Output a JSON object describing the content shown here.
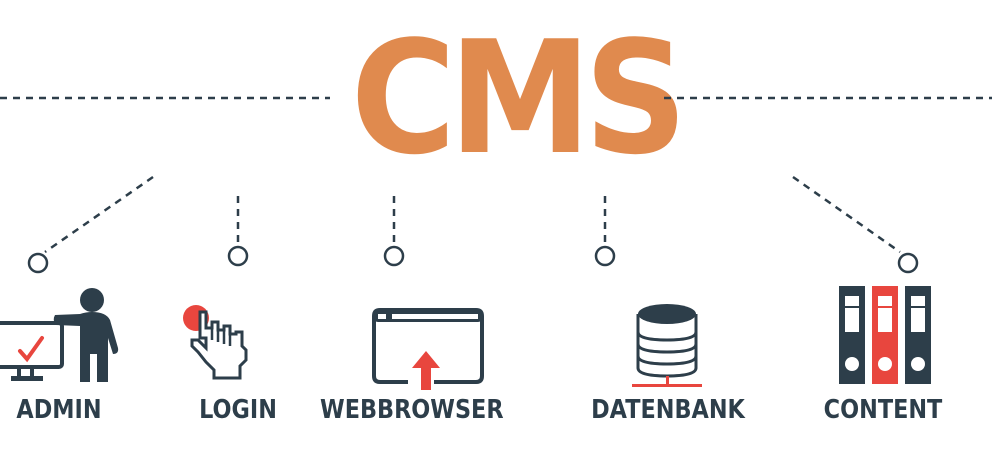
{
  "title": "CMS",
  "colors": {
    "title": "#e08a4e",
    "dark": "#2d3e4a",
    "accent": "#e8463e",
    "background": "#ffffff"
  },
  "items": [
    {
      "label": "ADMIN",
      "icon": "presenter-monitor-checkmark-icon"
    },
    {
      "label": "LOGIN",
      "icon": "pointer-hand-click-icon"
    },
    {
      "label": "WEBBROWSER",
      "icon": "browser-window-upload-icon"
    },
    {
      "label": "DATENBANK",
      "icon": "database-network-icon"
    },
    {
      "label": "CONTENT",
      "icon": "binders-icon"
    }
  ]
}
